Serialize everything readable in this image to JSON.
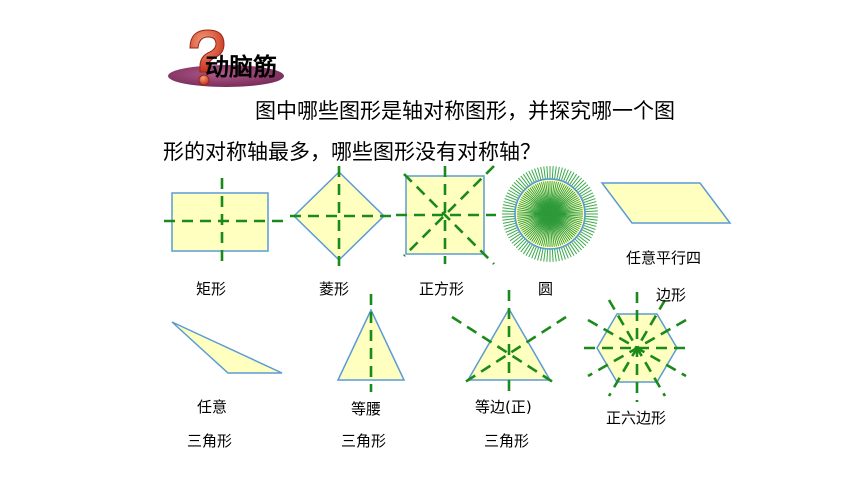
{
  "header": {
    "icon": "question-mark-icon",
    "title": "动脑筋"
  },
  "question": {
    "line1": "图中哪些图形是轴对称图形，并探究哪一个图",
    "line2": "形的对称轴最多，哪些图形没有对称轴？"
  },
  "figures": {
    "rectangle": "矩形",
    "rhombus": "菱形",
    "square": "正方形",
    "circle": "圆",
    "parallelogram_line1": "任意平行四",
    "parallelogram_line2": "边形",
    "scalene_line1": "任意",
    "scalene_line2": "三角形",
    "isosceles_line1": "等腰",
    "isosceles_line2": "三角形",
    "equilateral_line1": "等边(正)",
    "equilateral_line2": "三角形",
    "hexagon": "正六边形"
  },
  "colors": {
    "shape_fill": "#ffffc0",
    "shape_stroke": "#5a9bd5",
    "axis": "#1a8a1a",
    "badge_ellipse": "#8c3f6b",
    "badge_question": "#d4442a"
  }
}
